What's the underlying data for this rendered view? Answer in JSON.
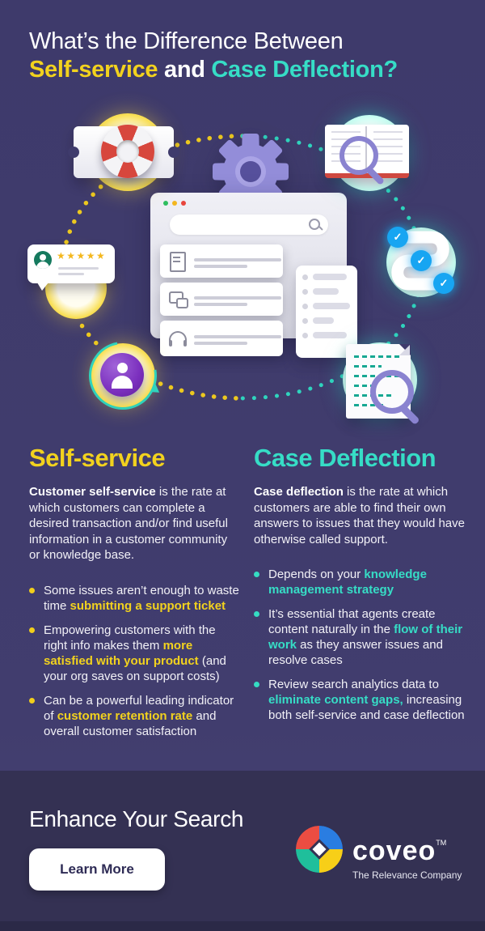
{
  "header": {
    "title_line1": "What’s the Difference Between",
    "title_line2": [
      {
        "t": "Self-service",
        "c": "hl-y"
      },
      {
        "t": " and ",
        "c": ""
      },
      {
        "t": "Case Deflection?",
        "c": "hl-c"
      }
    ]
  },
  "theme": {
    "background": "#3f3b6c",
    "footer_background": "#343153",
    "yellow_accent": "#f2d21e",
    "cyan_accent": "#36ddc6",
    "text": "#ffffff",
    "card_red": "#ee4b40",
    "card_blue": "#25a3f5",
    "card_indigo": "#4c4a9d",
    "check_blue": "#17a5f2"
  },
  "illustration": {
    "icons": [
      "life-ring-ticket-icon",
      "gear-icon",
      "knowledge-book-magnifier-icon",
      "customer-review-icon",
      "workflow-checks-icon",
      "customer-profile-sync-icon",
      "search-analytics-document-icon",
      "browser-window",
      "search-bar"
    ],
    "rating_stars": "★★★★★",
    "checkmark": "✓"
  },
  "columns": {
    "left": {
      "heading": "Self-service",
      "intro": [
        {
          "t": "Customer self-service",
          "c": "b"
        },
        {
          "t": " is the rate at which customers can complete a desired transaction and/or find useful information in a customer community or knowledge base."
        }
      ],
      "bullets": [
        [
          {
            "t": "Some issues aren’t enough to waste time "
          },
          {
            "t": "submitting a support ticket",
            "c": "hl-y"
          }
        ],
        [
          {
            "t": "Empowering customers with the right info makes them "
          },
          {
            "t": "more satisfied with your product",
            "c": "hl-y"
          },
          {
            "t": " (and your org saves on support costs)"
          }
        ],
        [
          {
            "t": "Can be a powerful leading indicator of "
          },
          {
            "t": "customer retention rate",
            "c": "hl-y"
          },
          {
            "t": " and overall customer satisfaction"
          }
        ]
      ]
    },
    "right": {
      "heading": "Case Deflection",
      "intro": [
        {
          "t": "Case deflection",
          "c": "b"
        },
        {
          "t": " is the rate at which customers are able to find their own answers to issues that they would have otherwise called support."
        }
      ],
      "bullets": [
        [
          {
            "t": "Depends on your "
          },
          {
            "t": "knowledge management strategy",
            "c": "hl-c"
          }
        ],
        [
          {
            "t": "It’s essential that agents create content naturally in the "
          },
          {
            "t": "flow of their work",
            "c": "hl-c"
          },
          {
            "t": " as they answer issues and resolve cases"
          }
        ],
        [
          {
            "t": "Review search analytics data to "
          },
          {
            "t": "eliminate content gaps,",
            "c": "hl-c"
          },
          {
            "t": " increasing both self-service and case deflection"
          }
        ]
      ]
    }
  },
  "footer": {
    "heading": "Enhance Your Search",
    "button_label": "Learn More",
    "brand": {
      "name": "coveo",
      "trademark": "TM",
      "tagline": "The Relevance Company"
    }
  }
}
